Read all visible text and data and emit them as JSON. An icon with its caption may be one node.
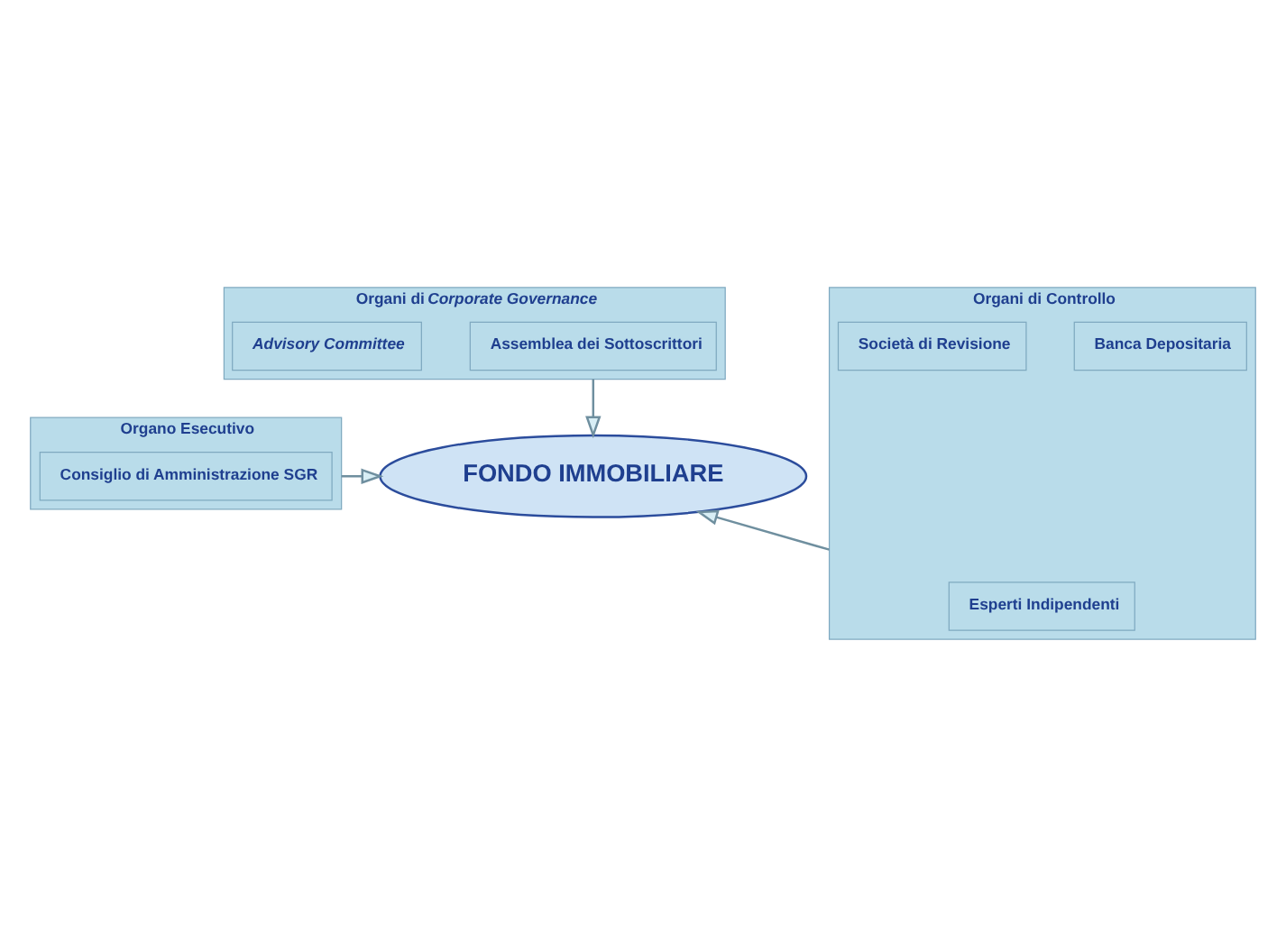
{
  "diagram": {
    "nodes": [
      {
        "text": [
          "Organi di *Corporate Governance*"
        ]
      },
      {
        "text": [
          "Assemblea dei Sottoscrittori"
        ],
        "in": 0
      },
      {
        "text": [
          "Advisory Committee"
        ],
        "in": 0
      },
      {
        "text": [
          "Organo Esecutivo"
        ]
      },
      {
        "text": [
          "Consiglio di Amministrazione SGR"
        ],
        "in": 3
      },
      {
        "text": [
          "FONDO IMMOBILIARE"
        ]
      },
      {
        "text": [
          "Organi di Controllo"
        ]
      },
      {
        "text": [
          "Esperti Indipendenti"
        ],
        "in": 6
      },
      {
        "text": [
          "Banca Depositaria"
        ],
        "in": 6
      },
      {
        "text": [
          "Società di Revisione"
        ],
        "in": 6
      }
    ],
    "edges": [
      {
        "from": 0,
        "to": 5,
        "arrow": "to"
      },
      {
        "from": 3,
        "to": 5,
        "arrow": "to"
      },
      {
        "from": 6,
        "to": 5,
        "arrow": "to"
      }
    ]
  }
}
